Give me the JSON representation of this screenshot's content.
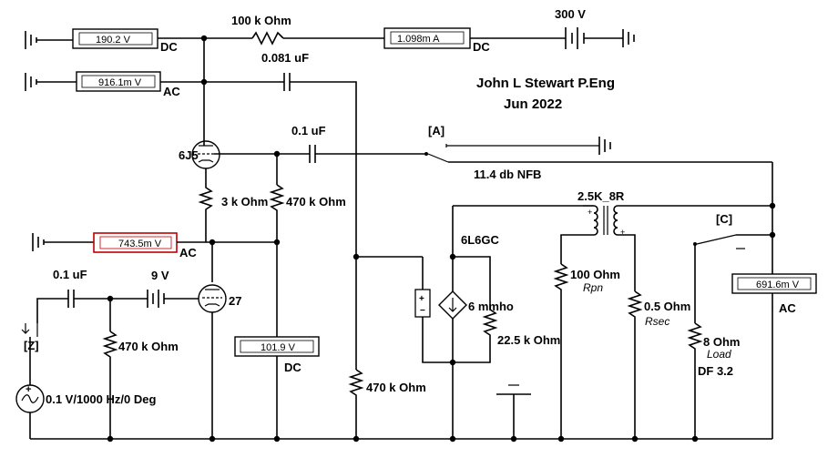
{
  "author": "John L Stewart P.Eng",
  "date": "Jun 2022",
  "meters": {
    "m1": "190.2  V",
    "m2": "1.098m A",
    "m3": "916.1m V",
    "m4": "743.5m V",
    "m5": "101.9  V",
    "m6": "691.6m V"
  },
  "labels": {
    "dc1": "DC",
    "dc2": "DC",
    "ac1": "AC",
    "ac2": "AC",
    "dc3": "DC",
    "ac3": "AC",
    "r_100k": "100 k Ohm",
    "v_300": "300 V",
    "c_081": "0.081 uF",
    "c_01a": "0.1 uF",
    "sw_a": "[A]",
    "nfb": "11.4 db NFB",
    "tube_6j5": "6J5",
    "r_3k": "3 k Ohm",
    "r_470k_a": "470 k Ohm",
    "xfmr": "2.5K_8R",
    "sw_c": "[C]",
    "tube_6l6": "6L6GC",
    "c_01b": "0.1 uF",
    "v_9": "9 V",
    "tube_27": "27",
    "gm": "6 mmho",
    "r_100": "100  Ohm",
    "rpn": "Rpn",
    "r_05": "0.5  Ohm",
    "rsec": "Rsec",
    "r_22k": "22.5 k Ohm",
    "r_8": "8  Ohm",
    "load": "Load",
    "df": "DF 3.2",
    "sw_z": "[Z]",
    "r_470k_b": "470 k Ohm",
    "r_470k_c": "470 k Ohm",
    "source": "0.1 V/1000 Hz/0 Deg"
  },
  "meter_colors": {
    "default": "#000000",
    "highlight": "#c00000"
  }
}
